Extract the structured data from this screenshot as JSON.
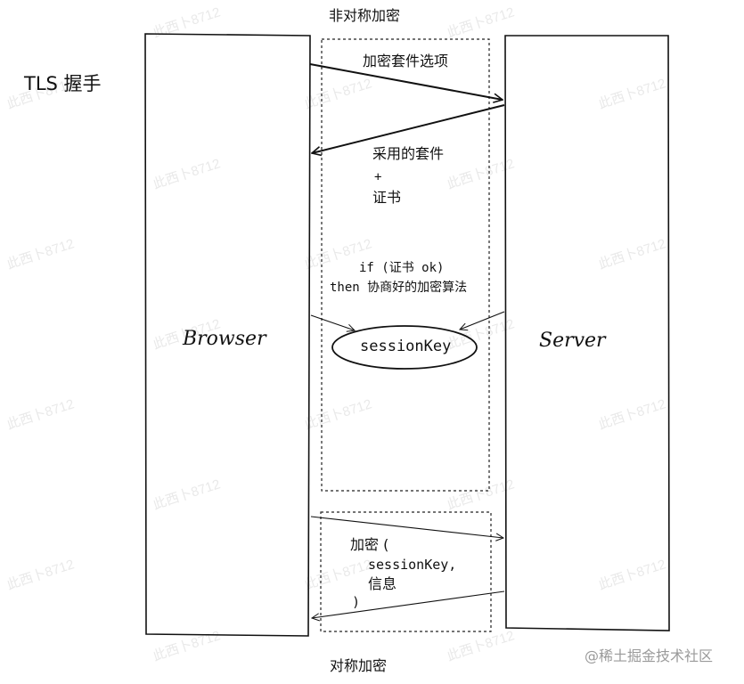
{
  "diagram": {
    "title": "TLS  握手",
    "top_label": "非对称加密",
    "bottom_label": "对称加密",
    "browser_label": "Browser",
    "server_label": "Server",
    "msg_cipher_options": "加密套件选项",
    "msg_chosen_suite": "采用的套件",
    "msg_plus": "+",
    "msg_certificate": "证书",
    "cond_line1": "if (证书 ok)",
    "cond_line2": "then 协商好的加密算法",
    "session_key": "sessionKey",
    "enc_line1": "加密 (",
    "enc_line2": "sessionKey,",
    "enc_line3": "信息",
    "enc_line4": ")"
  },
  "watermark": {
    "text": "此西卜8712",
    "brand": "@稀土掘金技术社区"
  },
  "colors": {
    "ink": "#111111",
    "dashed": "#222222",
    "watermark": "#e6e6e6",
    "brand": "#9a9a9a"
  }
}
